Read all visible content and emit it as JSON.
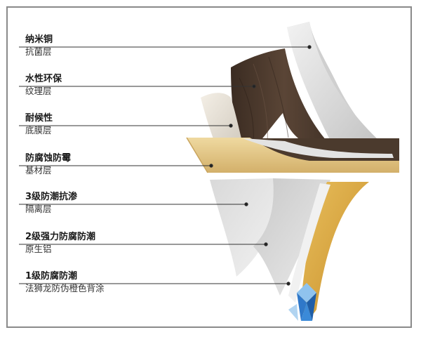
{
  "layers": [
    {
      "title": "纳米铜",
      "subtitle": "抗菌层"
    },
    {
      "title": "水性环保",
      "subtitle": "纹理层"
    },
    {
      "title": "耐候性",
      "subtitle": "底膜层"
    },
    {
      "title": "防腐蚀防霉",
      "subtitle": "基材层"
    },
    {
      "title": "3级防潮抗渗",
      "subtitle": "隔离层"
    },
    {
      "title": "2级强力防腐防潮",
      "subtitle": "原生铝"
    },
    {
      "title": "1级防腐防潮",
      "subtitle": "法狮龙防伪橙色背涂"
    }
  ],
  "colors": {
    "frame": "#8a8a8a",
    "wood": "#4a3a2e",
    "base": "#e6cc8a",
    "film": "#e2e2e2",
    "orange_coat": "#d9a53c",
    "logo": "#2f78c9"
  },
  "logo": {
    "icon": "crystal-logo-icon"
  }
}
